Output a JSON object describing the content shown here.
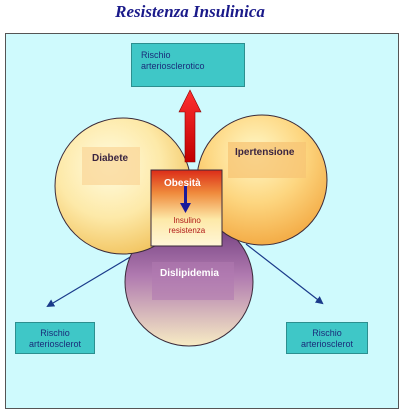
{
  "title": "Resistenza Insulinica",
  "top_box": {
    "line1": "Rischio",
    "line2": "arteriosclerotico"
  },
  "left_box": {
    "line1": "Rischio",
    "line2": "arteriosclerot"
  },
  "right_box": {
    "line1": "Rischio",
    "line2": "arteriosclerot"
  },
  "circles": {
    "diabete": "Diabete",
    "ipertensione": "Ipertensione",
    "dislipidemia": "Dislipidemia"
  },
  "center": {
    "obesita": "Obesità",
    "insulino_line1": "Insulino",
    "insulino_line2": "resistenza"
  },
  "colors": {
    "frame_bg": "#cffafd",
    "box_fill": "#3fc7c7",
    "title": "#1a1a8a",
    "up_arrow": "#e01818",
    "down_arrow": "#1a1a9a",
    "side_arrows": "#1a3a8a"
  }
}
